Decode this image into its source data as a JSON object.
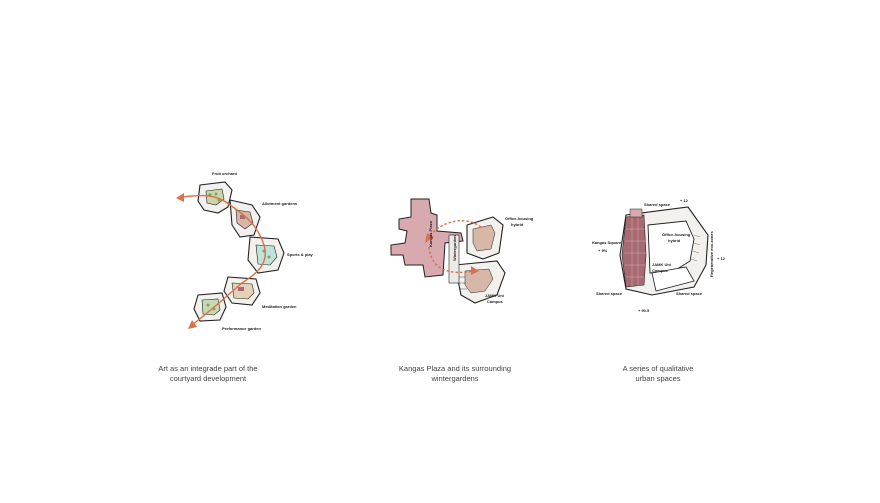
{
  "diagram1": {
    "labels": {
      "fruit_orchard": "Fruit orchard",
      "allotment_gardens": "Allotment gardens",
      "sports_play": "Sports & play",
      "meditation_garden": "Meditation garden",
      "performance_garden": "Performance garden"
    },
    "caption": [
      "Art as an integrade part of the",
      "courtyard development"
    ]
  },
  "diagram2": {
    "labels": {
      "kangas_plaza": "Kangas Plaza",
      "office_housing": "Office-housing",
      "hybrid": "hybrid",
      "wintergarden": "Wintergarden",
      "jamk_uni": "JAMK Uni",
      "campus": "Campus"
    },
    "caption": [
      "Kangas Plaza and its surrounding",
      "wintergardens"
    ]
  },
  "diagram3": {
    "labels": {
      "shared_space_top": "Shared space",
      "plus_12": "+ 12",
      "kangas_square": "Kangas Square",
      "plus_9": "+ 9%",
      "office_housing": "Office-housing",
      "hybrid": "hybrid",
      "jamk_uni": "JAMK Uni",
      "campus": "Campus",
      "shared_space_left": "Shared space",
      "shared_space_right": "Shared space",
      "plus_90": "+ 90.5",
      "plus_12b": "+ 12",
      "vertical": "Regenerative eco-zones"
    },
    "caption": [
      "A series of qualitative",
      "urban spaces"
    ]
  },
  "colors": {
    "orange": "#d9714a",
    "pink": "#d9a9b0",
    "maroon": "#a86a72",
    "green": "#8fbf7a",
    "teal": "#9fd3c7",
    "outline": "#222222"
  }
}
